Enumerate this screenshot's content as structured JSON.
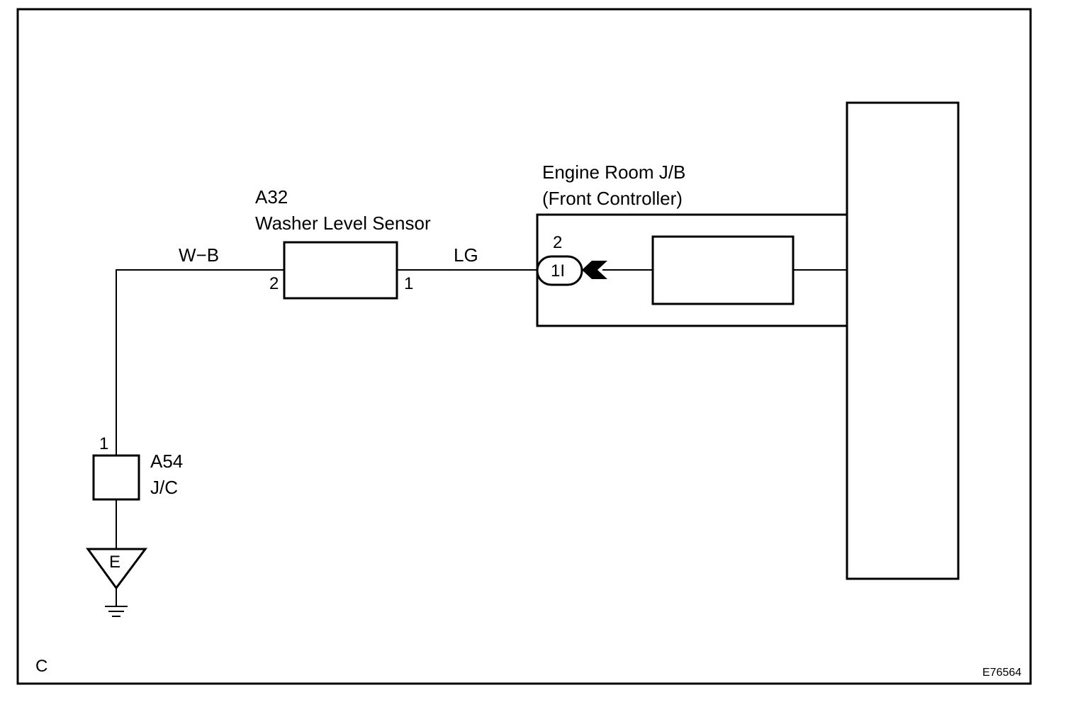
{
  "sensor": {
    "code": "A32",
    "name": "Washer Level Sensor",
    "pin_left": "2",
    "pin_right": "1"
  },
  "wires": {
    "ground_wire": "W−B",
    "signal_wire": "LG"
  },
  "junction_connector": {
    "code": "A54",
    "name": "J/C",
    "pin": "1"
  },
  "ground": {
    "label": "E"
  },
  "engine_room_jb": {
    "title_line1": "Engine Room J/B",
    "title_line2": "(Front Controller)",
    "connector_pin": "2",
    "connector_code": "1I"
  },
  "corner_letter": "C",
  "figure_code": "E76564"
}
